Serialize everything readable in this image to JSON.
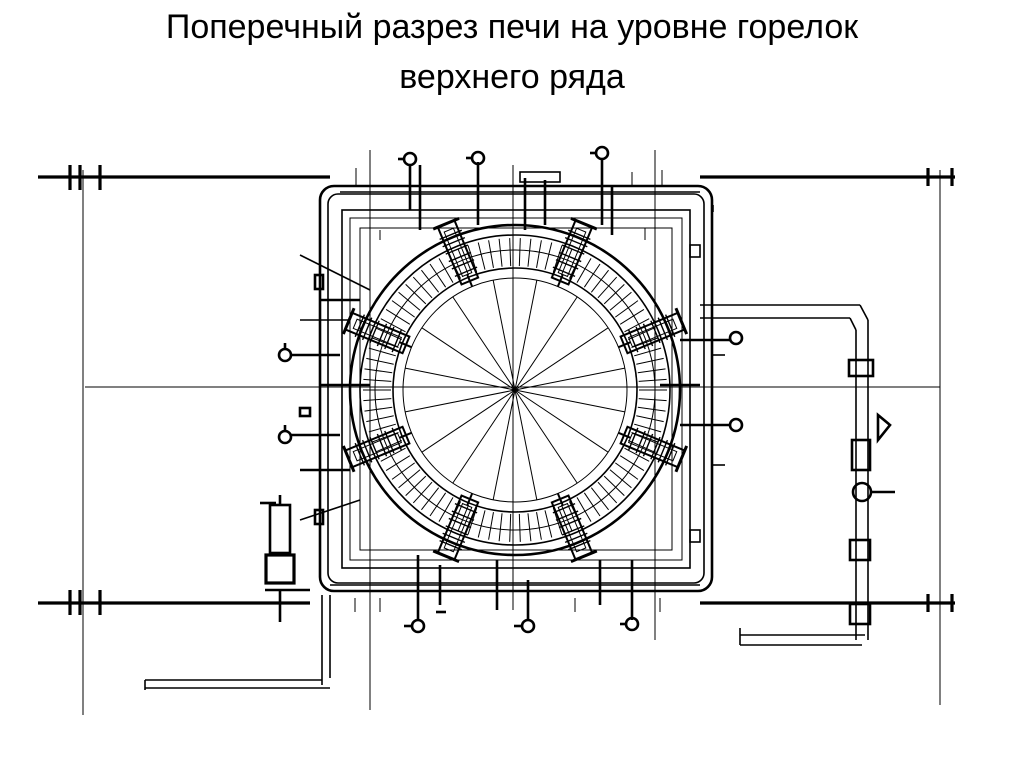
{
  "slide": {
    "title_line1": "Поперечный разрез печи на уровне горелок",
    "title_line2": "верхнего ряда"
  },
  "drawing": {
    "line_color": "#000000",
    "background": "#ffffff",
    "burner_count": 8
  }
}
